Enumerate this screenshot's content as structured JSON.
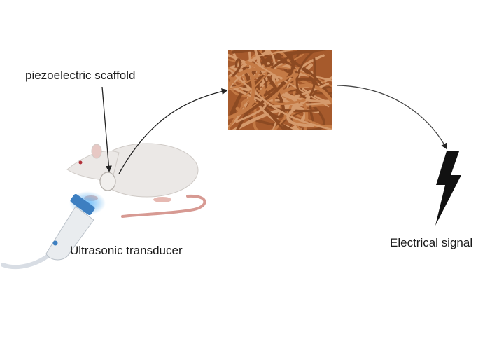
{
  "labels": {
    "scaffold": "piezoelectric scaffold",
    "transducer": "Ultrasonic transducer",
    "signal": "Electrical signal"
  },
  "icons": {
    "rat": "rat-icon",
    "transducer": "ultrasound-probe-icon",
    "fibers": "fiber-mesh-icon",
    "signal": "lightning-bolt-icon"
  },
  "colors": {
    "fiber_bg": "#a65a2c",
    "fiber_light": "#d59a6c",
    "rat_body": "#ebe8e6",
    "ultrasound_glow": "#4aa3e8",
    "bolt": "#111111",
    "arrow": "#222222"
  }
}
